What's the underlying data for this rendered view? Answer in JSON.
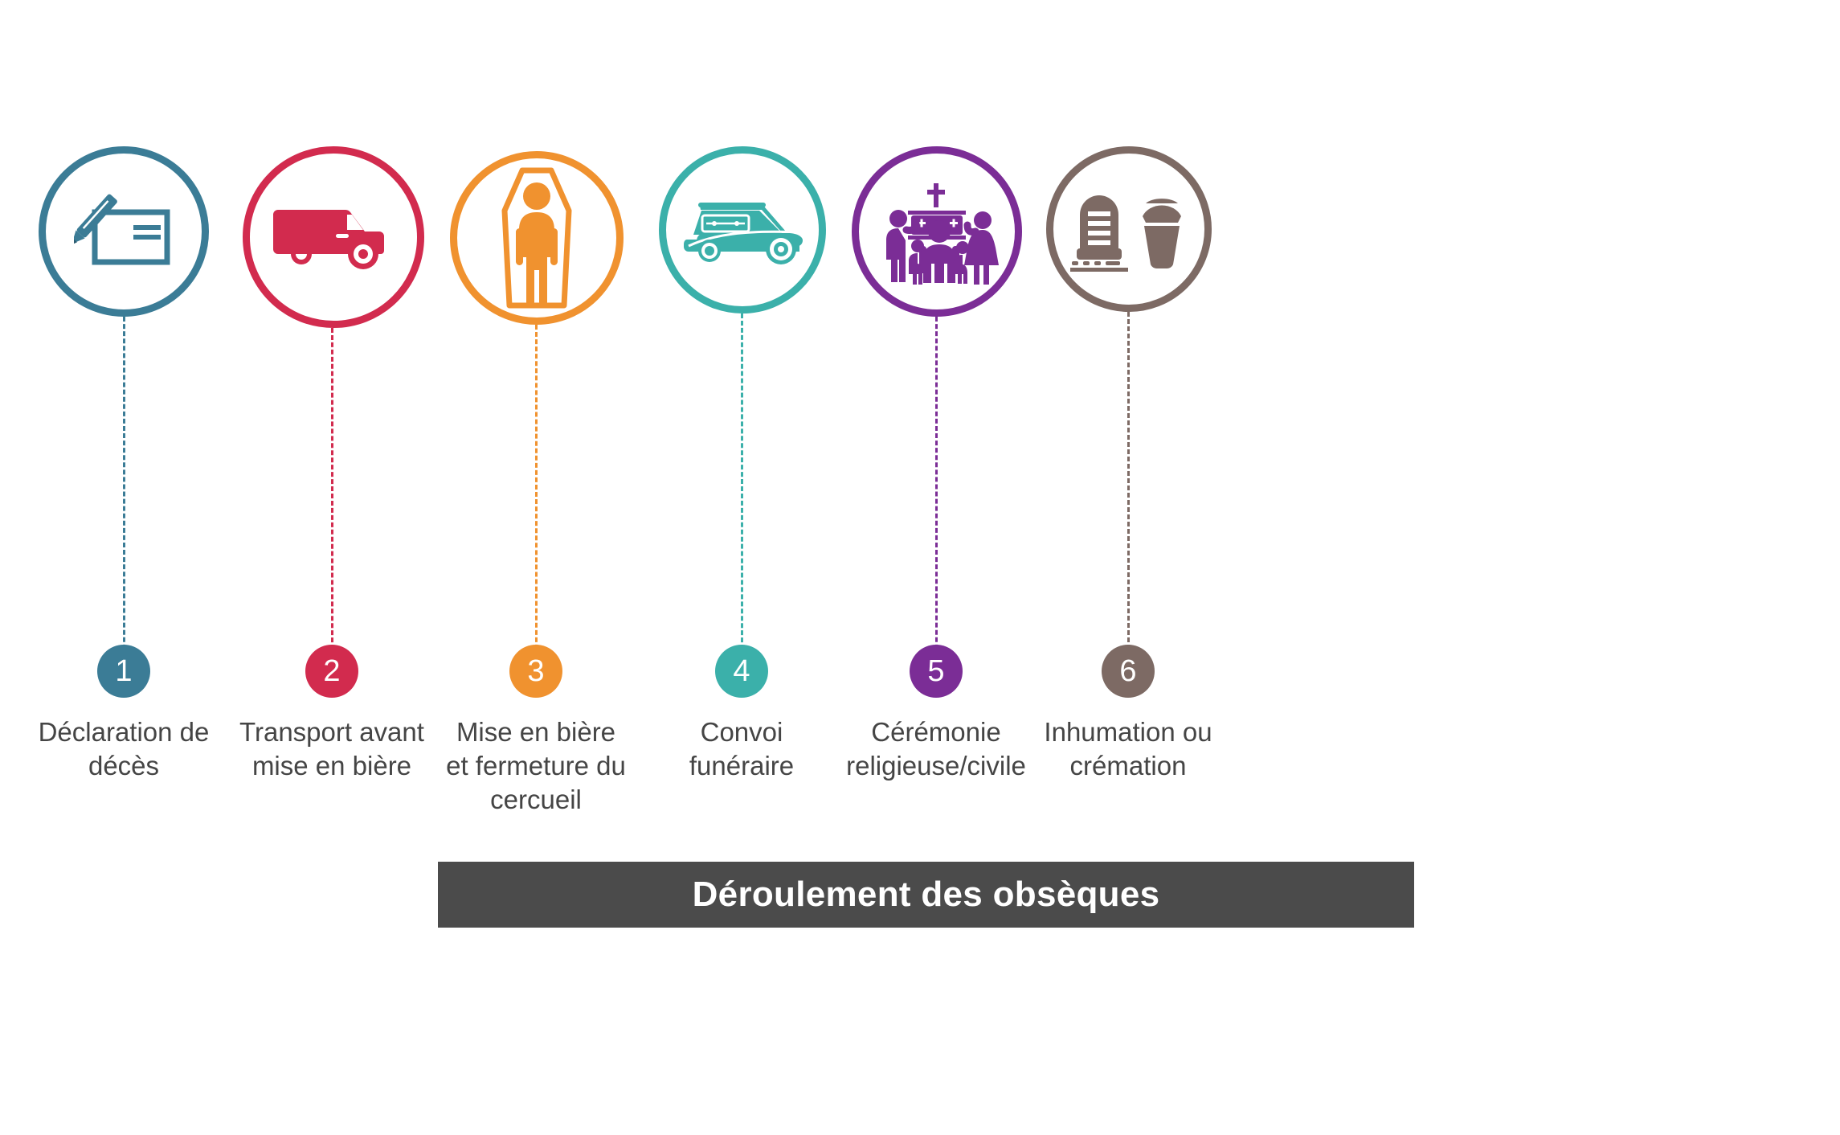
{
  "title": "Déroulement des obsèques",
  "timeline": {
    "bar_color": "#474747",
    "frame_color": "#3f3f3f",
    "banner_color": "#4b4b4b",
    "label_color": "#454545"
  },
  "steps": [
    {
      "number": "1",
      "label": "Déclaration de\ndécès",
      "color": "#3B7C96",
      "icon": "document-pencil-icon"
    },
    {
      "number": "2",
      "label": "Transport avant\nmise en bière",
      "color": "#D22B4E",
      "icon": "van-truck-icon"
    },
    {
      "number": "3",
      "label": "Mise en bière\net fermeture du\ncercueil",
      "color": "#F0922F",
      "icon": "coffin-person-icon"
    },
    {
      "number": "4",
      "label": "Convoi\nfunéraire",
      "color": "#3BB0AA",
      "icon": "hearse-car-icon"
    },
    {
      "number": "5",
      "label": "Cérémonie\nreligieuse/civile",
      "color": "#7B2D96",
      "icon": "mourners-coffin-cross-icon"
    },
    {
      "number": "6",
      "label": "Inhumation ou\ncrémation",
      "color": "#7D6A64",
      "icon": "headstone-urn-icon"
    }
  ]
}
